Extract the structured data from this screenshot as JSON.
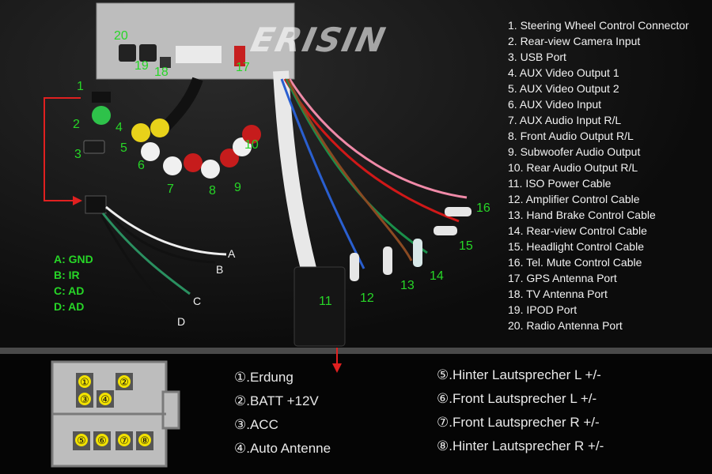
{
  "logo_text": "ERISIN",
  "legend": [
    "1.  Steering Wheel Control Connector",
    "2.  Rear-view Camera Input",
    "3.  USB Port",
    "4.  AUX Video Output 1",
    "5.  AUX Video Output 2",
    "6.  AUX Video Input",
    "7.  AUX Audio Input R/L",
    "8.  Front Audio Output R/L",
    "9.  Subwoofer Audio Output",
    "10. Rear Audio Output R/L",
    "11. ISO Power Cable",
    "12. Amplifier Control Cable",
    "13. Hand Brake Control Cable",
    "14. Rear-view Control Cable",
    "15. Headlight Control Cable",
    "16. Tel. Mute Control Cable",
    "17. GPS Antenna Port",
    "18. TV Antenna Port",
    "19. IPOD Port",
    "20. Radio Antenna Port"
  ],
  "callouts": [
    "1",
    "2",
    "3",
    "4",
    "5",
    "6",
    "7",
    "8",
    "9",
    "10",
    "11",
    "12",
    "13",
    "14",
    "15",
    "16",
    "17",
    "18",
    "19",
    "20"
  ],
  "wire_letters": [
    "A",
    "B",
    "C",
    "D"
  ],
  "pin_key": [
    "A: GND",
    "B: IR",
    "C: AD",
    "D: AD"
  ],
  "iso_pins_left": [
    "①.Erdung",
    "②.BATT +12V",
    "③.ACC",
    "④.Auto Antenne"
  ],
  "iso_pins_right": [
    "⑤.Hinter Lautsprecher L +/-",
    "⑥.Front Lautsprecher L +/-",
    "⑦.Front Lautsprecher R +/-",
    "⑧.Hinter Lautsprecher R +/-"
  ],
  "connector_pin_numbers": [
    "①",
    "②",
    "③",
    "④",
    "⑤",
    "⑥",
    "⑦",
    "⑧"
  ],
  "colors": {
    "callout": "#27d627",
    "arrow": "#e02020",
    "pin_badge": "#f2e200"
  }
}
